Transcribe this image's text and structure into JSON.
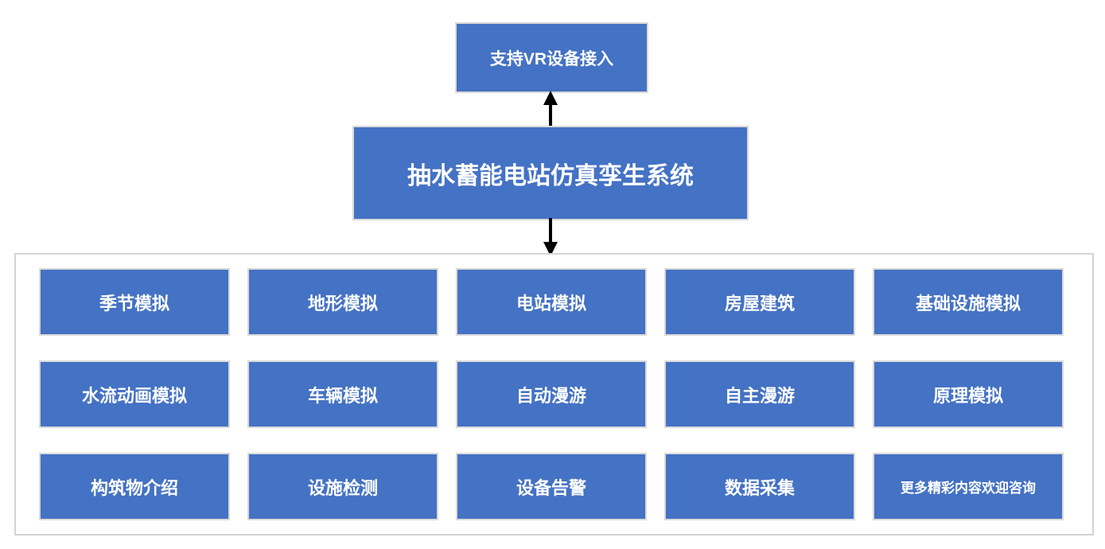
{
  "colors": {
    "box_fill": "#4472C4",
    "box_border": "#d9d9d9",
    "panel_border": "#d4d4d4",
    "arrow": "#000000",
    "text": "#ffffff"
  },
  "vr_box": {
    "label": "支持VR设备接入"
  },
  "title_box": {
    "label": "抽水蓄能电站仿真孪生系统"
  },
  "modules": [
    "季节模拟",
    "地形模拟",
    "电站模拟",
    "房屋建筑",
    "基础设施模拟",
    "水流动画模拟",
    "车辆模拟",
    "自动漫游",
    "自主漫游",
    "原理模拟",
    "构筑物介绍",
    "设施检测",
    "设备告警",
    "数据采集",
    "更多精彩内容欢迎咨询"
  ]
}
